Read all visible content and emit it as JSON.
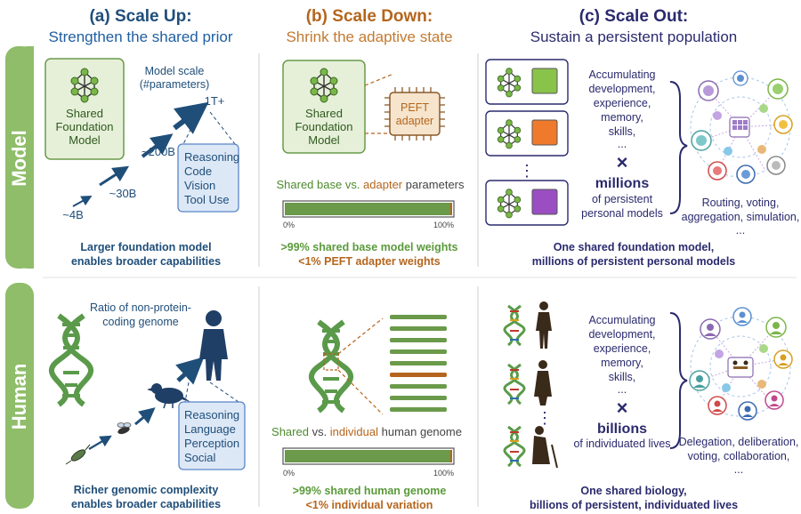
{
  "colors": {
    "green_band": "#8fbd6a",
    "green_box_fill": "#e6f0d9",
    "green_box_stroke": "#6a9a4a",
    "node_green": "#7ab648",
    "blue_dark": "#1f4e79",
    "blue_text": "#1f5fa0",
    "brown": "#b5651d",
    "navy": "#2a2a6e",
    "blue_box_fill": "#dde8f7",
    "blue_box_stroke": "#5a85c8",
    "bar_green": "#6a9a4a",
    "dna_green": "#5a9a4a"
  },
  "rows": {
    "model": "Model",
    "human": "Human"
  },
  "columns": {
    "a": {
      "title": "(a) Scale Up:",
      "subtitle": "Strengthen the shared prior"
    },
    "b": {
      "title": "(b) Scale Down:",
      "subtitle": "Shrink the adaptive state"
    },
    "c": {
      "title": "(c) Scale Out:",
      "subtitle": "Sustain a persistent population"
    }
  },
  "model_row": {
    "a": {
      "box_line1": "Shared",
      "box_line2": "Foundation",
      "box_line3": "Model",
      "scale_label_1": "Model scale",
      "scale_label_2": "(#parameters)",
      "steps": [
        "~4B",
        "~30B",
        "~200B",
        "1T+"
      ],
      "capabilities": [
        "Reasoning",
        "Code",
        "Vision",
        "Tool Use"
      ],
      "caption_1": "Larger foundation model",
      "caption_2": "enables broader capabilities"
    },
    "b": {
      "box_line1": "Shared",
      "box_line2": "Foundation",
      "box_line3": "Model",
      "chip_1": "PEFT",
      "chip_2": "adapter",
      "bar_label_a": "Shared base vs. ",
      "bar_label_b": "adapter",
      "bar_label_c": " parameters",
      "bar_fraction_shared": 0.99,
      "axis_min": "0%",
      "axis_max": "100%",
      "caption_1": ">99% shared base model weights",
      "caption_2": "<1% PEFT adapter weights"
    },
    "c": {
      "list": [
        "Accumulating",
        "development,",
        "experience,",
        "memory,",
        "skills,",
        "..."
      ],
      "times": "×",
      "count": "millions",
      "count_sub_1": "of persistent",
      "count_sub_2": "personal models",
      "ellipsis": "⋮",
      "net_caption": [
        "Routing, voting,",
        "aggregation, simulation,",
        "..."
      ],
      "caption_1": "One shared foundation model,",
      "caption_2": "millions of persistent personal models"
    }
  },
  "human_row": {
    "a": {
      "ratio_1": "Ratio of non-protein-",
      "ratio_2": "coding genome",
      "capabilities": [
        "Reasoning",
        "Language",
        "Perception",
        "Social"
      ],
      "caption_1": "Richer genomic complexity",
      "caption_2": "enables broader capabilities"
    },
    "b": {
      "bar_label_a": "Shared",
      "bar_label_b": " vs. ",
      "bar_label_c": "individual",
      "bar_label_d": " human genome",
      "bar_fraction_shared": 0.99,
      "axis_min": "0%",
      "axis_max": "100%",
      "caption_1": ">99% shared human genome",
      "caption_2": "<1% individual variation"
    },
    "c": {
      "list": [
        "Accumulating",
        "development,",
        "experience,",
        "memory,",
        "skills,",
        "..."
      ],
      "times": "×",
      "count": "billions",
      "count_sub_1": "of individuated lives",
      "ellipsis": "⋮",
      "net_caption": [
        "Delegation, deliberation,",
        "voting, collaboration,",
        "..."
      ],
      "caption_1": "One shared biology,",
      "caption_2": "billions of persistent, individuated lives"
    }
  }
}
